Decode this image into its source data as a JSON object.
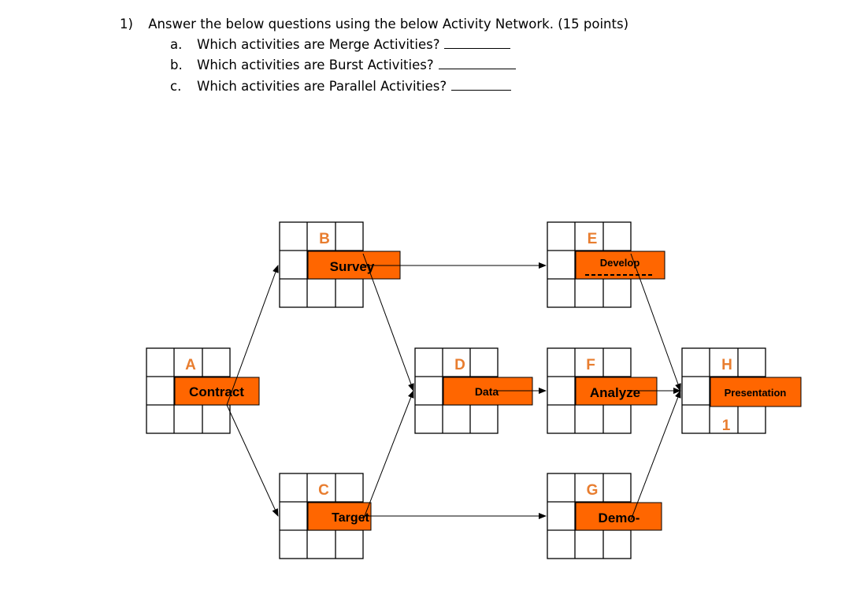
{
  "question": {
    "number": "1)",
    "title": "Answer the below questions using the below Activity Network. (15 points)",
    "items": [
      {
        "marker": "a.",
        "text": "Which activities are Merge Activities?"
      },
      {
        "marker": "b.",
        "text": "Which activities are Burst Activities?"
      },
      {
        "marker": "c.",
        "text": "Which activities are Parallel Activities?"
      }
    ]
  },
  "colors": {
    "node_fill": "#ff6600",
    "letter": "#e87d2f",
    "grid": "#000000",
    "arrow": "#000000"
  },
  "nodes": {
    "A": {
      "letter": "A",
      "name": "Contract",
      "extra": ""
    },
    "B": {
      "letter": "B",
      "name": "Survey",
      "extra": ""
    },
    "C": {
      "letter": "C",
      "name": "Target",
      "extra": ""
    },
    "D": {
      "letter": "D",
      "name": "Data",
      "extra": ""
    },
    "E": {
      "letter": "E",
      "name": "Develop",
      "extra": ""
    },
    "F": {
      "letter": "F",
      "name": "Analyze",
      "extra": ""
    },
    "G": {
      "letter": "G",
      "name": "Demo-",
      "extra": ""
    },
    "H": {
      "letter": "H",
      "name": "Presentation",
      "extra": "1"
    }
  }
}
